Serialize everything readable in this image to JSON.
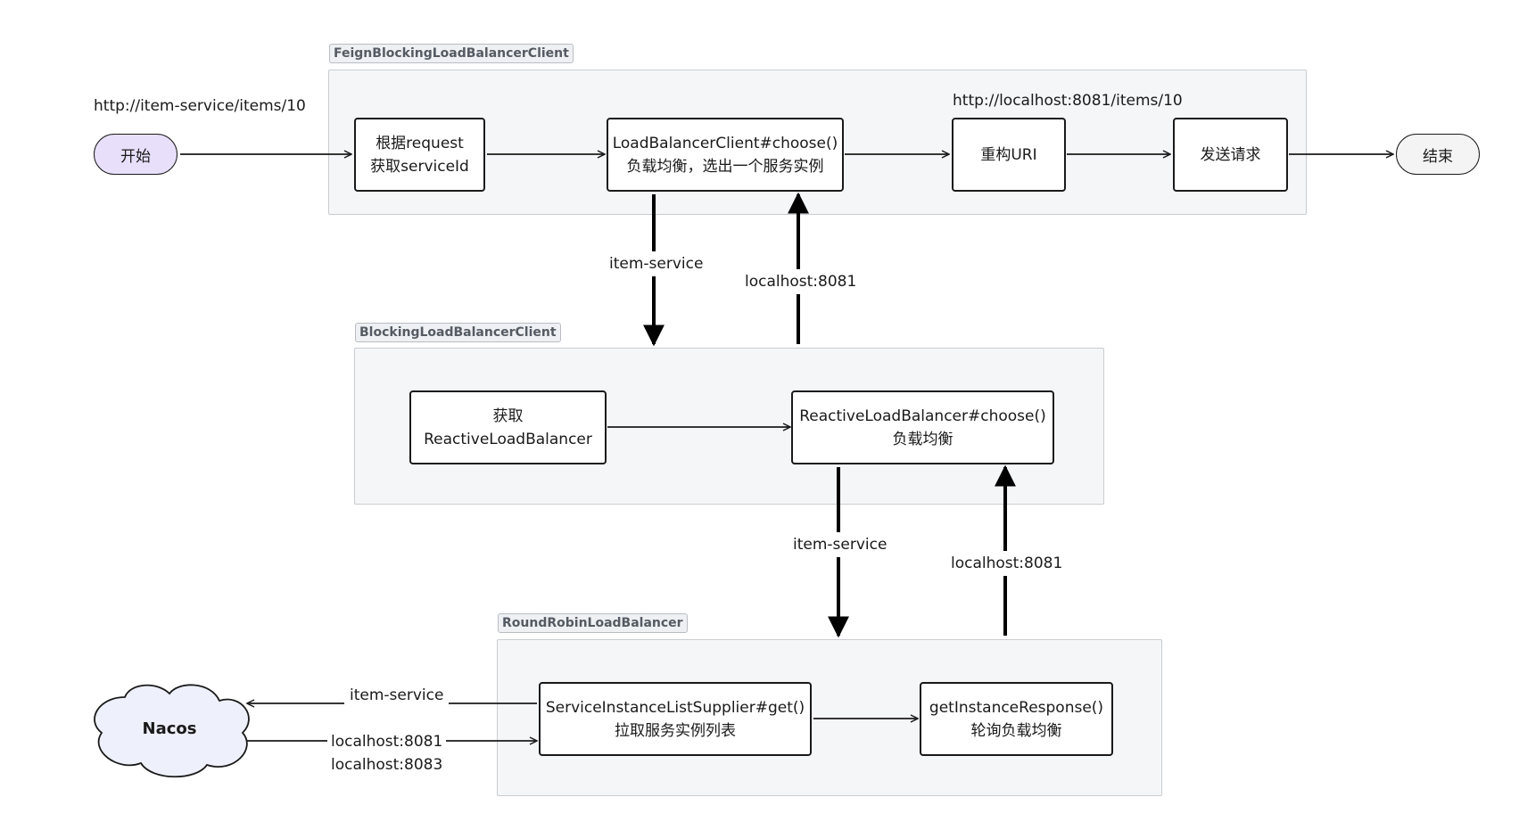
{
  "groups": {
    "feign": {
      "label": "FeignBlockingLoadBalancerClient"
    },
    "blocking": {
      "label": "BlockingLoadBalancerClient"
    },
    "roundrobin": {
      "label": "RoundRobinLoadBalancer"
    }
  },
  "terminals": {
    "start": "开始",
    "end": "结束"
  },
  "nodes": {
    "get_service_id": {
      "line1": "根据request",
      "line2": "获取serviceId"
    },
    "lb_client_choose": {
      "line1": "LoadBalancerClient#choose()",
      "line2": "负载均衡，选出一个服务实例"
    },
    "rebuild_uri": {
      "line1": "重构URI"
    },
    "send_request": {
      "line1": "发送请求"
    },
    "get_reactive_lb": {
      "line1": "获取",
      "line2": "ReactiveLoadBalancer"
    },
    "reactive_choose": {
      "line1": "ReactiveLoadBalancer#choose()",
      "line2": "负载均衡"
    },
    "supplier_get": {
      "line1": "ServiceInstanceListSupplier#get()",
      "line2": "拉取服务实例列表"
    },
    "get_instance_response": {
      "line1": "getInstanceResponse()",
      "line2": "轮询负载均衡"
    },
    "nacos": {
      "line1": "Nacos"
    }
  },
  "labels": {
    "input_url": "http://item-service/items/10",
    "output_url": "http://localhost:8081/items/10",
    "down1": "item-service",
    "up1": "localhost:8081",
    "down2": "item-service",
    "up2": "localhost:8081",
    "to_nacos": "item-service",
    "from_nacos_1": "localhost:8081",
    "from_nacos_2": "localhost:8083"
  },
  "colors": {
    "start_fill": "#e8e0fb",
    "end_fill": "#f4f4f4",
    "nacos_fill": "#eef0fb",
    "group_fill": "#f5f6f8"
  }
}
